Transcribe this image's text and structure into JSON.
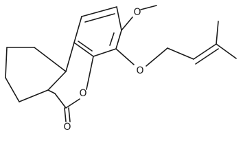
{
  "molecule": {
    "atoms": {
      "methoxy_oxygen": "O",
      "ether_oxygen": "O",
      "ring_oxygen": "O",
      "carbonyl_oxygen": "O"
    }
  }
}
